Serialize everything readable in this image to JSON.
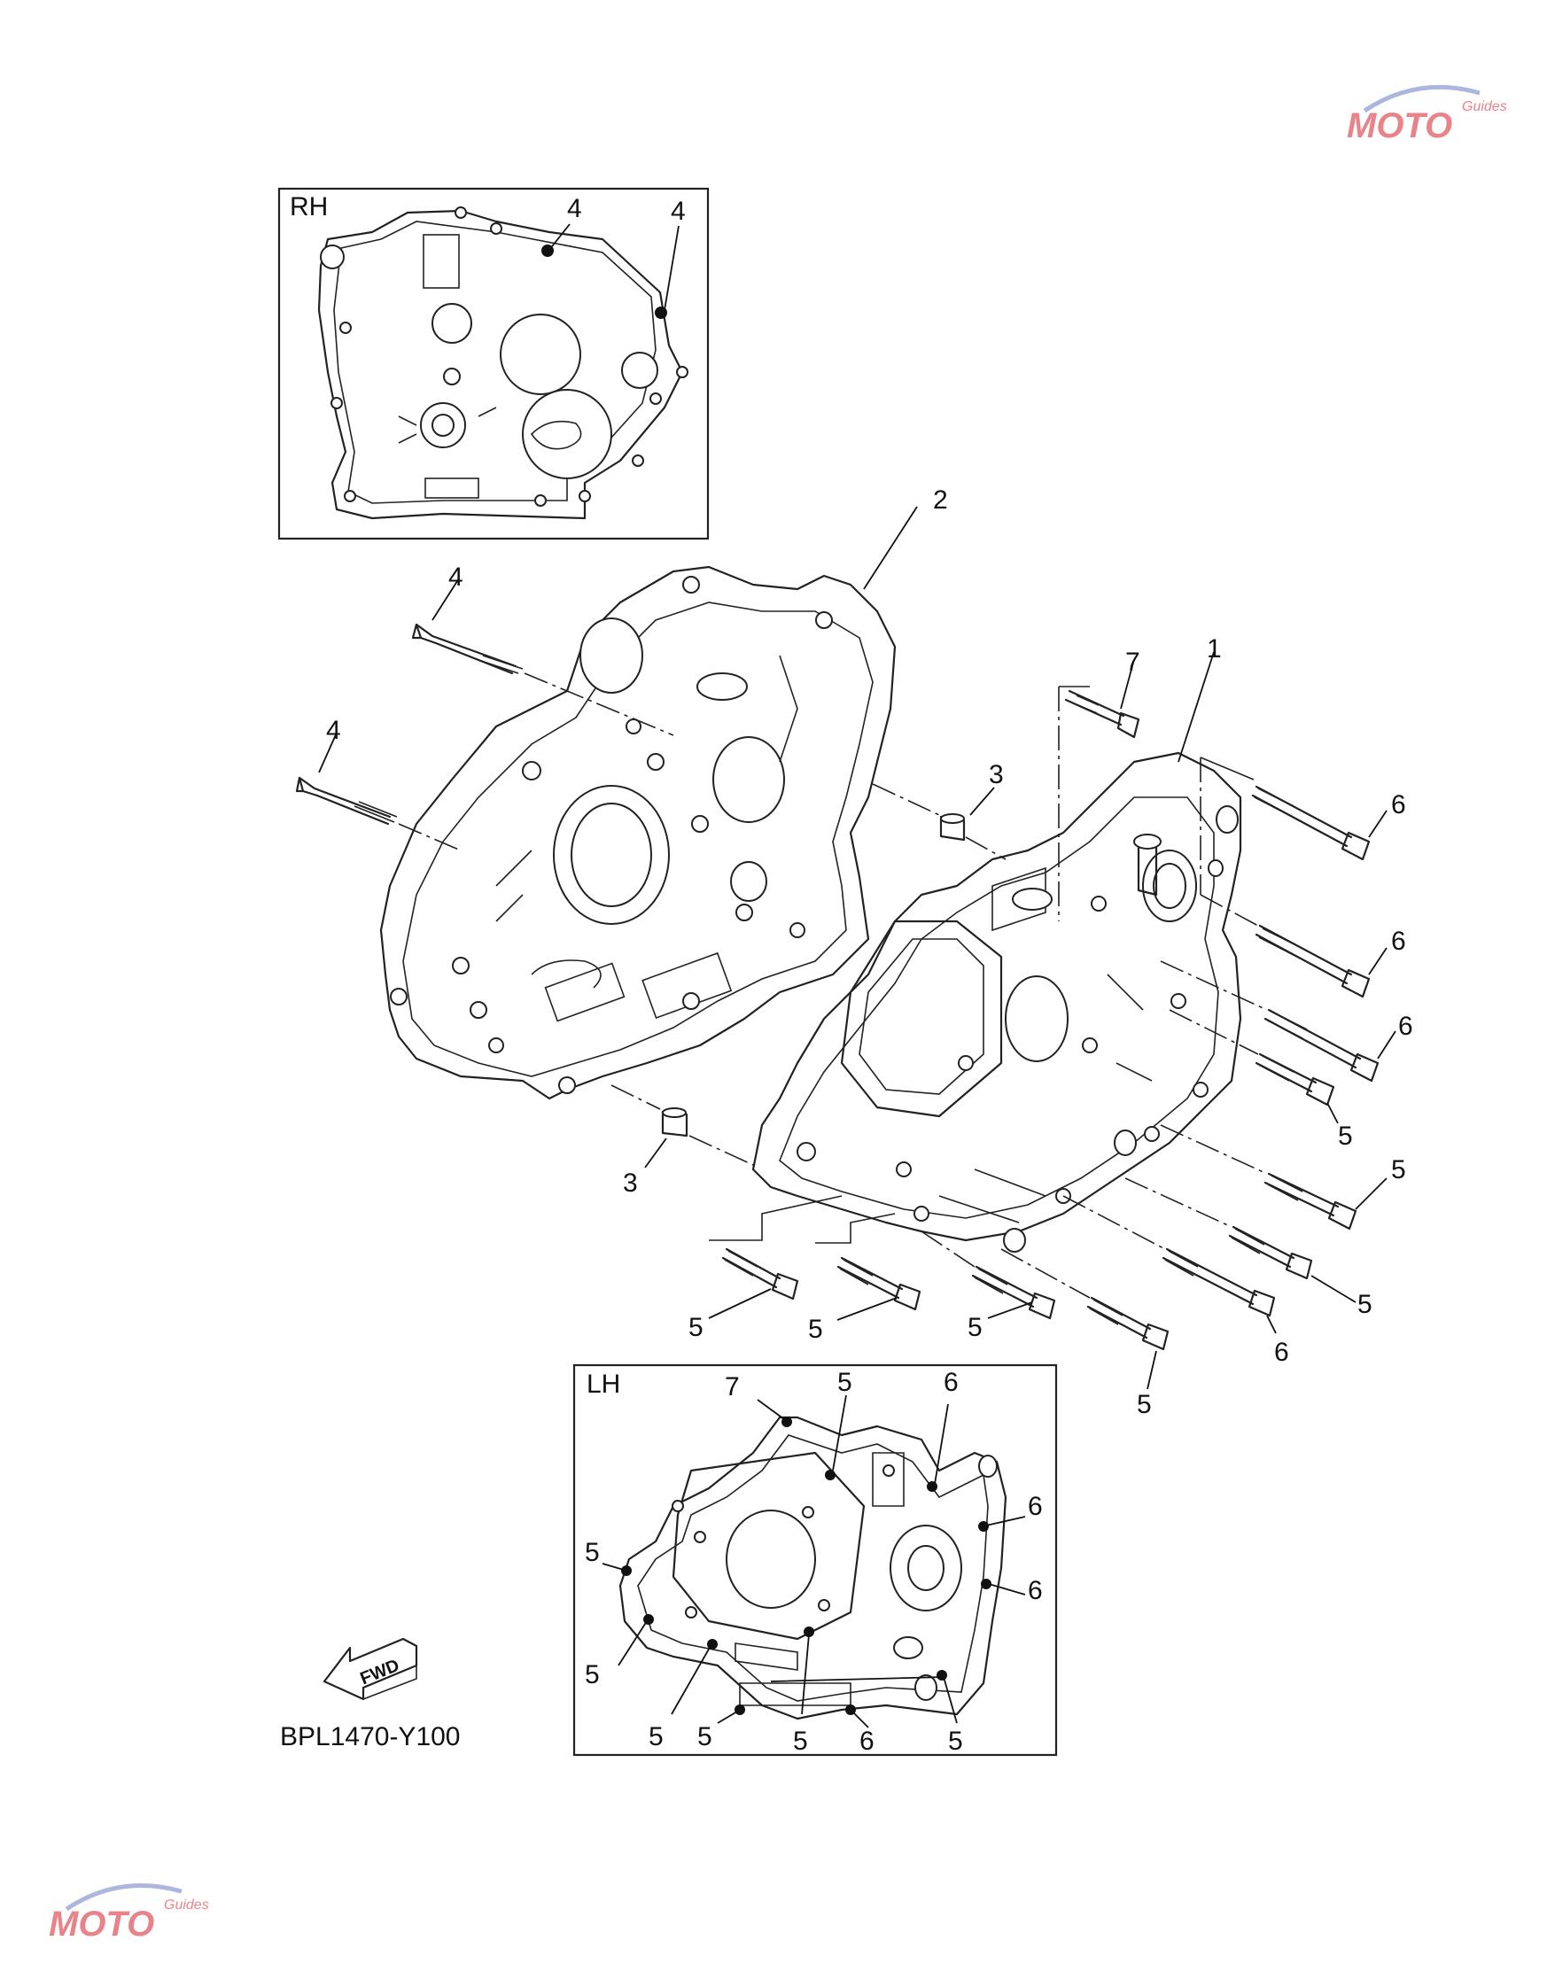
{
  "views": {
    "rh_label": "RH",
    "lh_label": "LH"
  },
  "drawing_code": "BPL1470-Y100",
  "fwd_label": "FWD",
  "watermark": {
    "text": "MOTO",
    "sub": "Guides",
    "color": "#d81e2a",
    "accent": "#6a7cc4"
  },
  "callouts": {
    "rh": [
      "4",
      "4"
    ],
    "main": [
      "2",
      "4",
      "4",
      "7",
      "1",
      "3",
      "3",
      "6",
      "6",
      "6",
      "5",
      "5",
      "5",
      "5",
      "5",
      "5",
      "6",
      "5"
    ],
    "lh": [
      "7",
      "5",
      "6",
      "6",
      "6",
      "5",
      "5",
      "5",
      "5",
      "5",
      "6",
      "5"
    ]
  }
}
